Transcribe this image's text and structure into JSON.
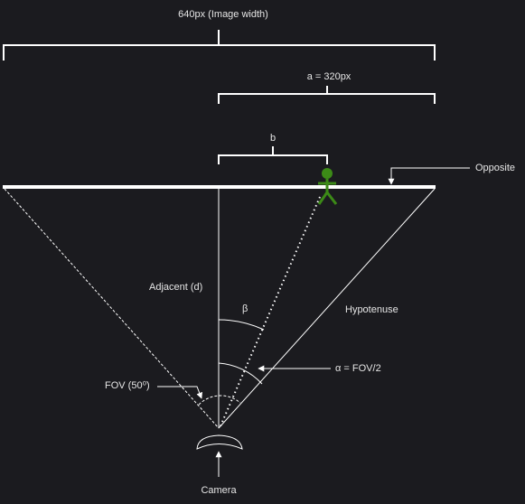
{
  "labels": {
    "image_width": "640px (Image width)",
    "half_width": "a = 320px",
    "b": "b",
    "opposite": "Opposite",
    "adjacent": "Adjacent (d)",
    "beta": "β",
    "hypotenuse": "Hypotenuse",
    "alpha": "α = FOV/2",
    "fov": "FOV (50⁰)",
    "camera": "Camera"
  },
  "colors": {
    "background": "#1b1b1f",
    "line": "#ffffff",
    "person": "#3c8a17"
  },
  "icons": {
    "camera": "camera-icon",
    "person": "person-icon"
  }
}
